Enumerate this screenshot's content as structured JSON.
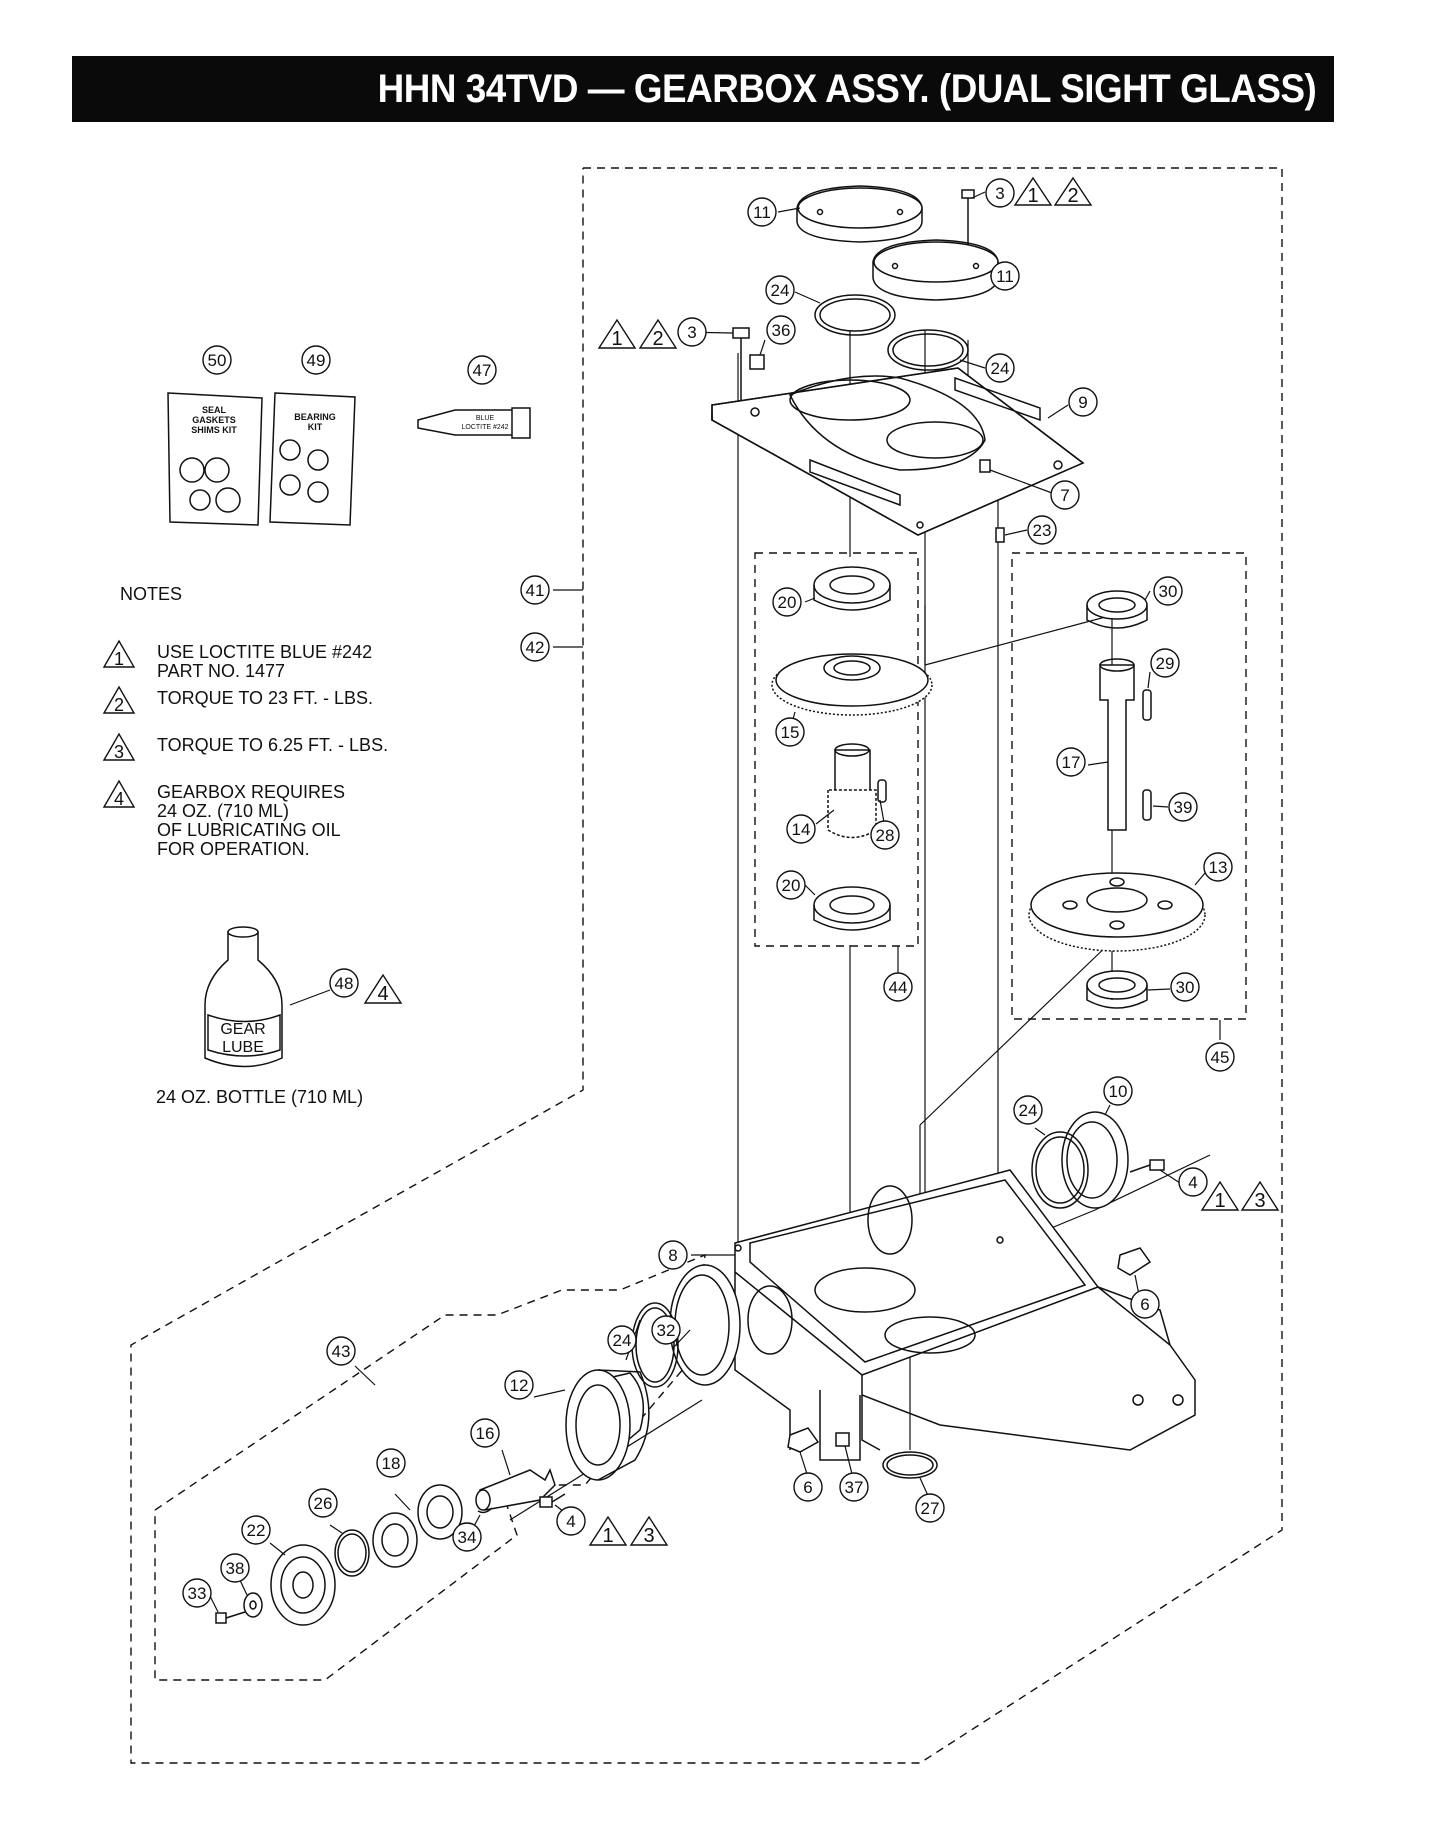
{
  "header": {
    "title": "HHN 34TVD — GEARBOX ASSY. (DUAL SIGHT GLASS)"
  },
  "notes": {
    "heading": "NOTES",
    "items": [
      {
        "num": "1",
        "lines": [
          "USE LOCTITE BLUE #242",
          "PART NO. 1477"
        ]
      },
      {
        "num": "2",
        "lines": [
          "TORQUE TO 23 FT. - LBS."
        ]
      },
      {
        "num": "3",
        "lines": [
          "TORQUE TO 6.25 FT. - LBS."
        ]
      },
      {
        "num": "4",
        "lines": [
          "GEARBOX REQUIRES",
          "24 OZ. (710 ML)",
          "OF LUBRICATING OIL",
          "FOR OPERATION."
        ]
      }
    ]
  },
  "kits": {
    "seal_kit": [
      "SEAL",
      "GASKETS",
      "SHIMS KIT"
    ],
    "bearing_kit": [
      "BEARING",
      "KIT"
    ],
    "loctite": [
      "BLUE",
      "LOCTITE #242"
    ],
    "gear_lube": [
      "GEAR",
      "LUBE"
    ]
  },
  "bottle_caption": "24 OZ. BOTTLE (710 ML)",
  "callouts": [
    "11",
    "3",
    "11",
    "24",
    "24",
    "3",
    "36",
    "9",
    "7",
    "23",
    "20",
    "15",
    "14",
    "28",
    "20",
    "44",
    "30",
    "29",
    "17",
    "39",
    "13",
    "30",
    "45",
    "41",
    "42",
    "50",
    "49",
    "47",
    "48",
    "10",
    "24",
    "4",
    "6",
    "8",
    "32",
    "24",
    "12",
    "16",
    "18",
    "26",
    "22",
    "38",
    "33",
    "34",
    "4",
    "6",
    "37",
    "27",
    "43"
  ]
}
